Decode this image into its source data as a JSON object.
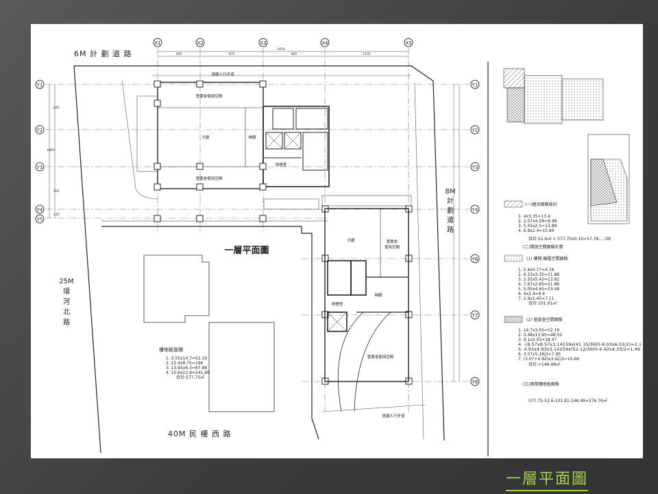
{
  "slide": {
    "caption": "一層平面圖",
    "caption_color": "#a6d64a"
  },
  "plan": {
    "title": "一層平面圖",
    "roads": {
      "top": "6M 計 劃 道 路",
      "right": [
        "8M",
        "計",
        "劃",
        "道",
        "路"
      ],
      "left": [
        "25M",
        "環",
        "河",
        "北",
        "路"
      ],
      "bottom": "40M  民 權 西 路"
    },
    "grid_x": [
      "X1",
      "X2",
      "X3",
      "X4",
      "X5"
    ],
    "grid_y_left": [
      "Y1",
      "Y2",
      "Y3",
      "Y4",
      "Y5"
    ],
    "grid_y_right": [
      "Y1",
      "Y2",
      "Y3",
      "Y4",
      "Y6",
      "Y7",
      "Y8"
    ],
    "dims_top": {
      "total": "3450",
      "spans": [
        "600",
        "870",
        "845",
        "1135"
      ]
    },
    "dims_left": [
      "840",
      "1865",
      "565",
      "145"
    ],
    "rooms": {
      "mgmt_space": "管委會使用空間",
      "mgmt_space_short": [
        "管委會",
        "使用空間"
      ],
      "lobby": "大廳",
      "elevator_hall": "梯廳",
      "smoke_room": "排煙室",
      "setback_walkway": "退縮人行步道"
    },
    "floor_area": {
      "title": "樓地板面積",
      "items": [
        "1.   3.55x14.7=52.19",
        "2.   22.4x8.75=196",
        "3.   13.95x6.3=87.88",
        "4.   10.6x22.8=241.68"
      ],
      "total": "合計:577.75㎡"
    }
  },
  "calc": {
    "sec1": {
      "title": "(一)屋突面積檢討",
      "items": [
        "1.   4x3.35=13.4",
        "2.   2.07x4.58=9.48",
        "3.   5.55x2.5=13.88",
        "4.   6.6x2.4=15.84"
      ],
      "total": "合計:52.6㎡  < 577.75x0.10=57.78.....OK"
    },
    "sec2": {
      "title": "(二)開放空間面積計算"
    },
    "sub1": {
      "title": "(1) 樓梯,機電空間面積",
      "items": [
        "1.   5.4x0.77=4.16",
        "2.   6.53x3.35=21.88",
        "3.   2.55x5.42=13.82",
        "4.   7.67x2.85=21.86",
        "5.   5.05x4.65=23.48",
        "6.   4x2.4=9.6",
        "7.   2.9x2.45=7.11"
      ],
      "total": "合計:101.91㎡"
    },
    "sub2": {
      "title": "(2) 管委會空間面積",
      "items": [
        "1.   14.7x3.55=52.19",
        "2.   3.48x13.95=48.55",
        "3.   9.1x2.03=18.47",
        "4.   -(8.57x8.57x3.14159x(41.15/360)-8.03x6.03/2)=2.1",
        "5.   4.93x4.93x3.14159x(52.12/360)-4.42x4.33/2=1.49",
        "6.   3.07x5.18/2=7.95",
        "7.   (3.07+4.92)x3.92/2=15.66"
      ],
      "total": "合計:=146.48㎡"
    },
    "sec3": {
      "title": "(三)實際樓地板面積",
      "formula": "577.75-52.6-101.91-146.48=276.76㎡"
    }
  }
}
